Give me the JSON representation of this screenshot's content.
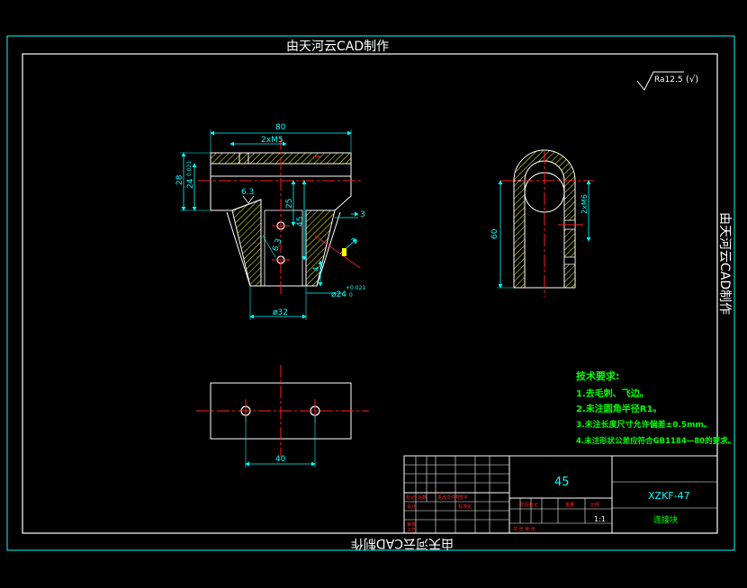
{
  "watermarks": {
    "top": "由天河云CAD制作",
    "right": "由天河云CAD制作",
    "bottom": "由天河云CAD制作"
  },
  "roughness": {
    "value": "Ra12.5",
    "suffix": "(√)"
  },
  "front_view": {
    "dim_width": "80",
    "dim_thread": "2xM5",
    "dim_height_28": "28",
    "dim_height_24": "24",
    "dim_tol_24": "0.021",
    "dim_63_upper": "6.3",
    "dim_25": "25",
    "dim_45": "45",
    "dim_63_lower": "6.3",
    "dim_3_right": "3",
    "dim_3_angled": "3",
    "dim_4": "4",
    "dim_phi24": "ø24",
    "dim_phi24_tol": "+0.021",
    "dim_phi24_tol0": "0",
    "dim_phi32": "ø32"
  },
  "side_view": {
    "dim_60": "60",
    "dim_2xm6": "2xM6"
  },
  "top_view": {
    "dim_40": "40"
  },
  "tech_requirements": {
    "title": "技术要求:",
    "items": [
      "1.去毛刺、飞边。",
      "2.未注圆角半径R1。",
      "3.未注长度尺寸允许偏差±0.5mm。",
      "4.未注形状公差应符合GB1184—80的要求。"
    ]
  },
  "title_block": {
    "material": "45",
    "drawing_no": "XZKF-47",
    "part_name": "连接块",
    "scale": "1:1",
    "cells": {
      "mark": "标记",
      "count": "处数",
      "change_doc": "更改文件号",
      "sign": "签字",
      "design": "设计",
      "standard": "标准化",
      "check": "审核",
      "process": "工艺",
      "stage_mark": "阶段标记",
      "weight": "重量",
      "ratio": "比例",
      "sheet": "共 张 第 张"
    }
  },
  "colors": {
    "frame": "#ffffff",
    "border": "#00ffff",
    "centerline": "#ff2020",
    "hatch": "#ffff00",
    "dimension": "#00ffff",
    "text_green": "#00ff00"
  }
}
